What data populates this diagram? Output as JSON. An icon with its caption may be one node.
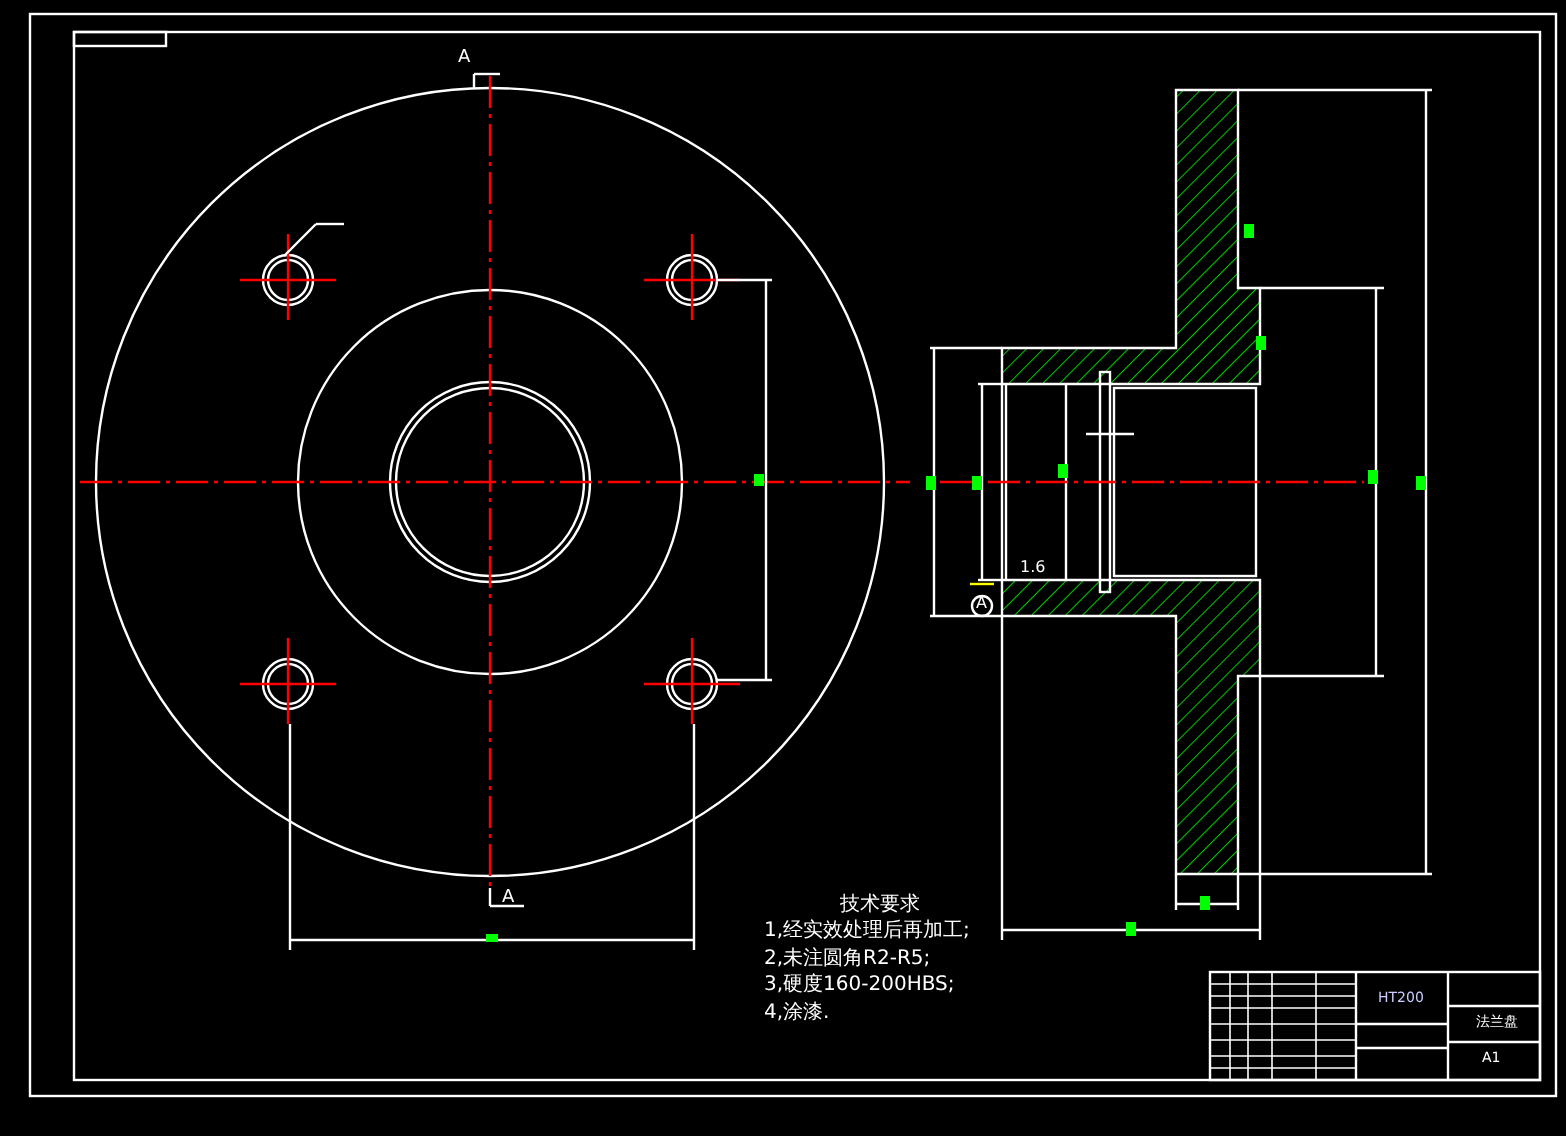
{
  "diagram": {
    "labels": [
      "A",
      "1.6",
      "A",
      "A",
      "技术要求",
      "1,经实效处理后再加工;",
      "2,未注圆角R2-R5;",
      "3,硬度160-200HBS;",
      "4,涂漆.",
      "HT200",
      "法兰盘",
      "A1"
    ]
  }
}
